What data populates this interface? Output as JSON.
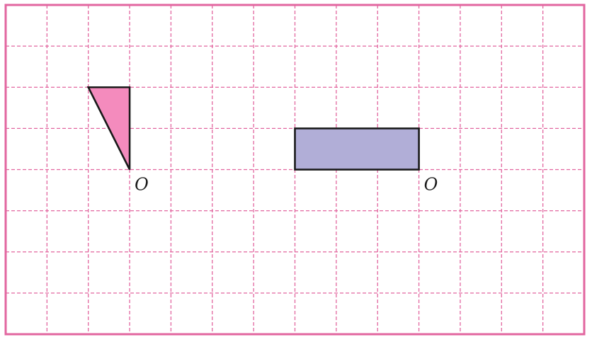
{
  "grid": {
    "columns": 14,
    "rows": 8,
    "line_color": "#e2669f",
    "line_style": "dashed",
    "border_color": "#e2669f"
  },
  "shapes": {
    "triangle": {
      "fill_color": "#f48bbd",
      "stroke_color": "#1a1a1a",
      "vertices_in_grid_units": [
        [
          2,
          2
        ],
        [
          3,
          2
        ],
        [
          3,
          4
        ]
      ],
      "pivot_label": "O",
      "pivot_vertex_in_grid_units": [
        3,
        4
      ]
    },
    "rectangle": {
      "fill_color": "#b1aed7",
      "stroke_color": "#1a1a1a",
      "corner_in_grid_units": [
        7,
        3
      ],
      "width_in_grid_units": 3,
      "height_in_grid_units": 1,
      "pivot_label": "O",
      "pivot_vertex_in_grid_units": [
        10,
        4
      ]
    }
  }
}
